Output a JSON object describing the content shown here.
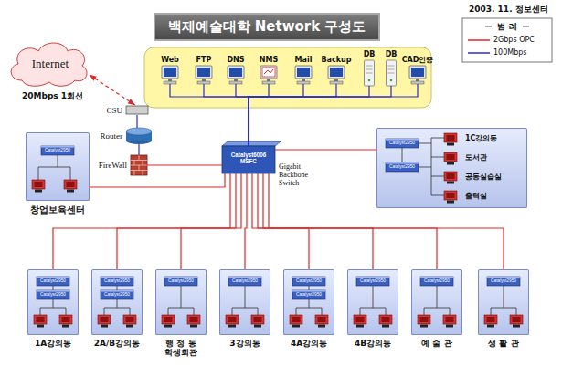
{
  "diagram": {
    "title": "백제예술대학 Network 구성도",
    "nodes": [
      {
        "text": [
          "Internet"
        ]
      },
      {
        "text": [
          "Web"
        ]
      },
      {
        "text": [
          "FTP"
        ]
      },
      {
        "text": [
          "DNS"
        ]
      },
      {
        "text": [
          "NMS"
        ]
      },
      {
        "text": [
          "Mail"
        ]
      },
      {
        "text": [
          "Backup"
        ]
      },
      {
        "text": [
          "DB"
        ]
      },
      {
        "text": [
          "DB"
        ]
      },
      {
        "text": [
          "CAD인증"
        ]
      },
      {
        "text": [
          "CSU"
        ]
      },
      {
        "text": [
          "Router"
        ]
      },
      {
        "text": [
          "Catalyst6006 MSFC",
          "Gigabit Backbone Switch"
        ]
      },
      {
        "text": [
          "FireWall"
        ]
      },
      {
        "text": [
          "창업보육센터"
        ]
      },
      {
        "text": [
          "1C강의동",
          "도서관",
          "공동실습실",
          "출력실"
        ]
      },
      {
        "text": [
          "1A강의동"
        ]
      },
      {
        "text": [
          "2A/B강의동"
        ]
      },
      {
        "text": [
          "행 정 동 학생회관"
        ]
      },
      {
        "text": [
          "3강의동"
        ]
      },
      {
        "text": [
          "4A강의동"
        ]
      },
      {
        "text": [
          "4B강의동"
        ]
      },
      {
        "text": [
          "예 술 관"
        ]
      },
      {
        "text": [
          "생 활 관"
        ]
      }
    ],
    "edges": [
      {
        "from": 0,
        "to": 10,
        "arrow": "both",
        "label": "20Mbps 1회선"
      },
      {
        "from": 10,
        "to": 11,
        "arrow": "none"
      },
      {
        "from": 11,
        "to": 13,
        "arrow": "none"
      },
      {
        "from": 13,
        "to": 12,
        "arrow": "none"
      },
      {
        "from": 12,
        "to": 14,
        "arrow": "none"
      },
      {
        "from": 12,
        "to": 15,
        "arrow": "none"
      },
      {
        "from": 1,
        "to": 12,
        "arrow": "none"
      },
      {
        "from": 2,
        "to": 12,
        "arrow": "none"
      },
      {
        "from": 3,
        "to": 12,
        "arrow": "none"
      },
      {
        "from": 4,
        "to": 12,
        "arrow": "none"
      },
      {
        "from": 5,
        "to": 12,
        "arrow": "none"
      },
      {
        "from": 6,
        "to": 12,
        "arrow": "none"
      },
      {
        "from": 7,
        "to": 12,
        "arrow": "none"
      },
      {
        "from": 8,
        "to": 12,
        "arrow": "none"
      },
      {
        "from": 9,
        "to": 12,
        "arrow": "none"
      },
      {
        "from": 12,
        "to": 16,
        "arrow": "none"
      },
      {
        "from": 12,
        "to": 17,
        "arrow": "none"
      },
      {
        "from": 12,
        "to": 18,
        "arrow": "none"
      },
      {
        "from": 12,
        "to": 19,
        "arrow": "none"
      },
      {
        "from": 12,
        "to": 20,
        "arrow": "none"
      },
      {
        "from": 12,
        "to": 21,
        "arrow": "none"
      },
      {
        "from": 12,
        "to": 22,
        "arrow": "none"
      },
      {
        "from": 12,
        "to": 23,
        "arrow": "none"
      }
    ],
    "labels": [
      "2003. 11. 정보센터",
      "범 례",
      "Catalyst2950",
      "Catalyst2950",
      "Catalyst2950",
      "Catalyst2950",
      "Catalyst2950",
      "Catalyst2950",
      "Catalyst2950",
      "Catalyst2950",
      "Catalyst2950",
      "Catalyst2950",
      "Catalyst2950",
      "Catalyst2950",
      "Catalyst2950",
      "Catalyst2950"
    ],
    "legend": [
      {
        "text": "2Gbps OPC"
      },
      {
        "text": "100Mbps"
      }
    ]
  }
}
